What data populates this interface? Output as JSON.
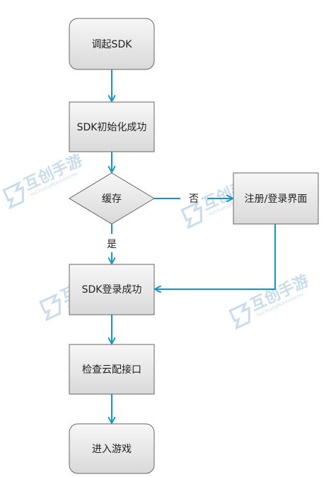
{
  "colors": {
    "arrow": "#1497c9",
    "node_fill_top": "#f7f7f7",
    "node_fill_bottom": "#d9d9d9",
    "node_stroke": "#666666",
    "watermark": "#c9dcec"
  },
  "nodes": {
    "start": "调起SDK",
    "init": "SDK初始化成功",
    "cache": "缓存",
    "register": "注册/登录界面",
    "login_ok": "SDK登录成功",
    "check": "检查云配接口",
    "enter": "进入游戏"
  },
  "edges": {
    "yes_label": "是",
    "no_label": "否"
  },
  "watermark": {
    "title": "互创手游",
    "subtitle": "HuChuangMobileGames"
  }
}
